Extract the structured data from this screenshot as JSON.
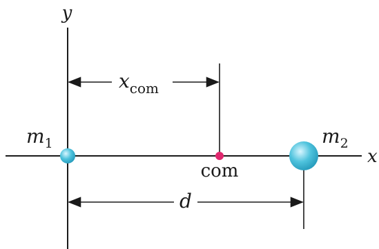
{
  "labels": {
    "y_axis": "y",
    "x_axis": "x",
    "m1_base": "m",
    "m1_sub": "1",
    "m2_base": "m",
    "m2_sub": "2",
    "com_text": "com",
    "xcom_base": "x",
    "xcom_sub": "com",
    "d_label": "d"
  },
  "colors": {
    "line": "#1a1a1a",
    "mass_fill": "#4fc3dd",
    "mass_highlight": "#d9f6ff",
    "mass_edge": "#2a9fbf",
    "com_dot": "#e0286e"
  }
}
